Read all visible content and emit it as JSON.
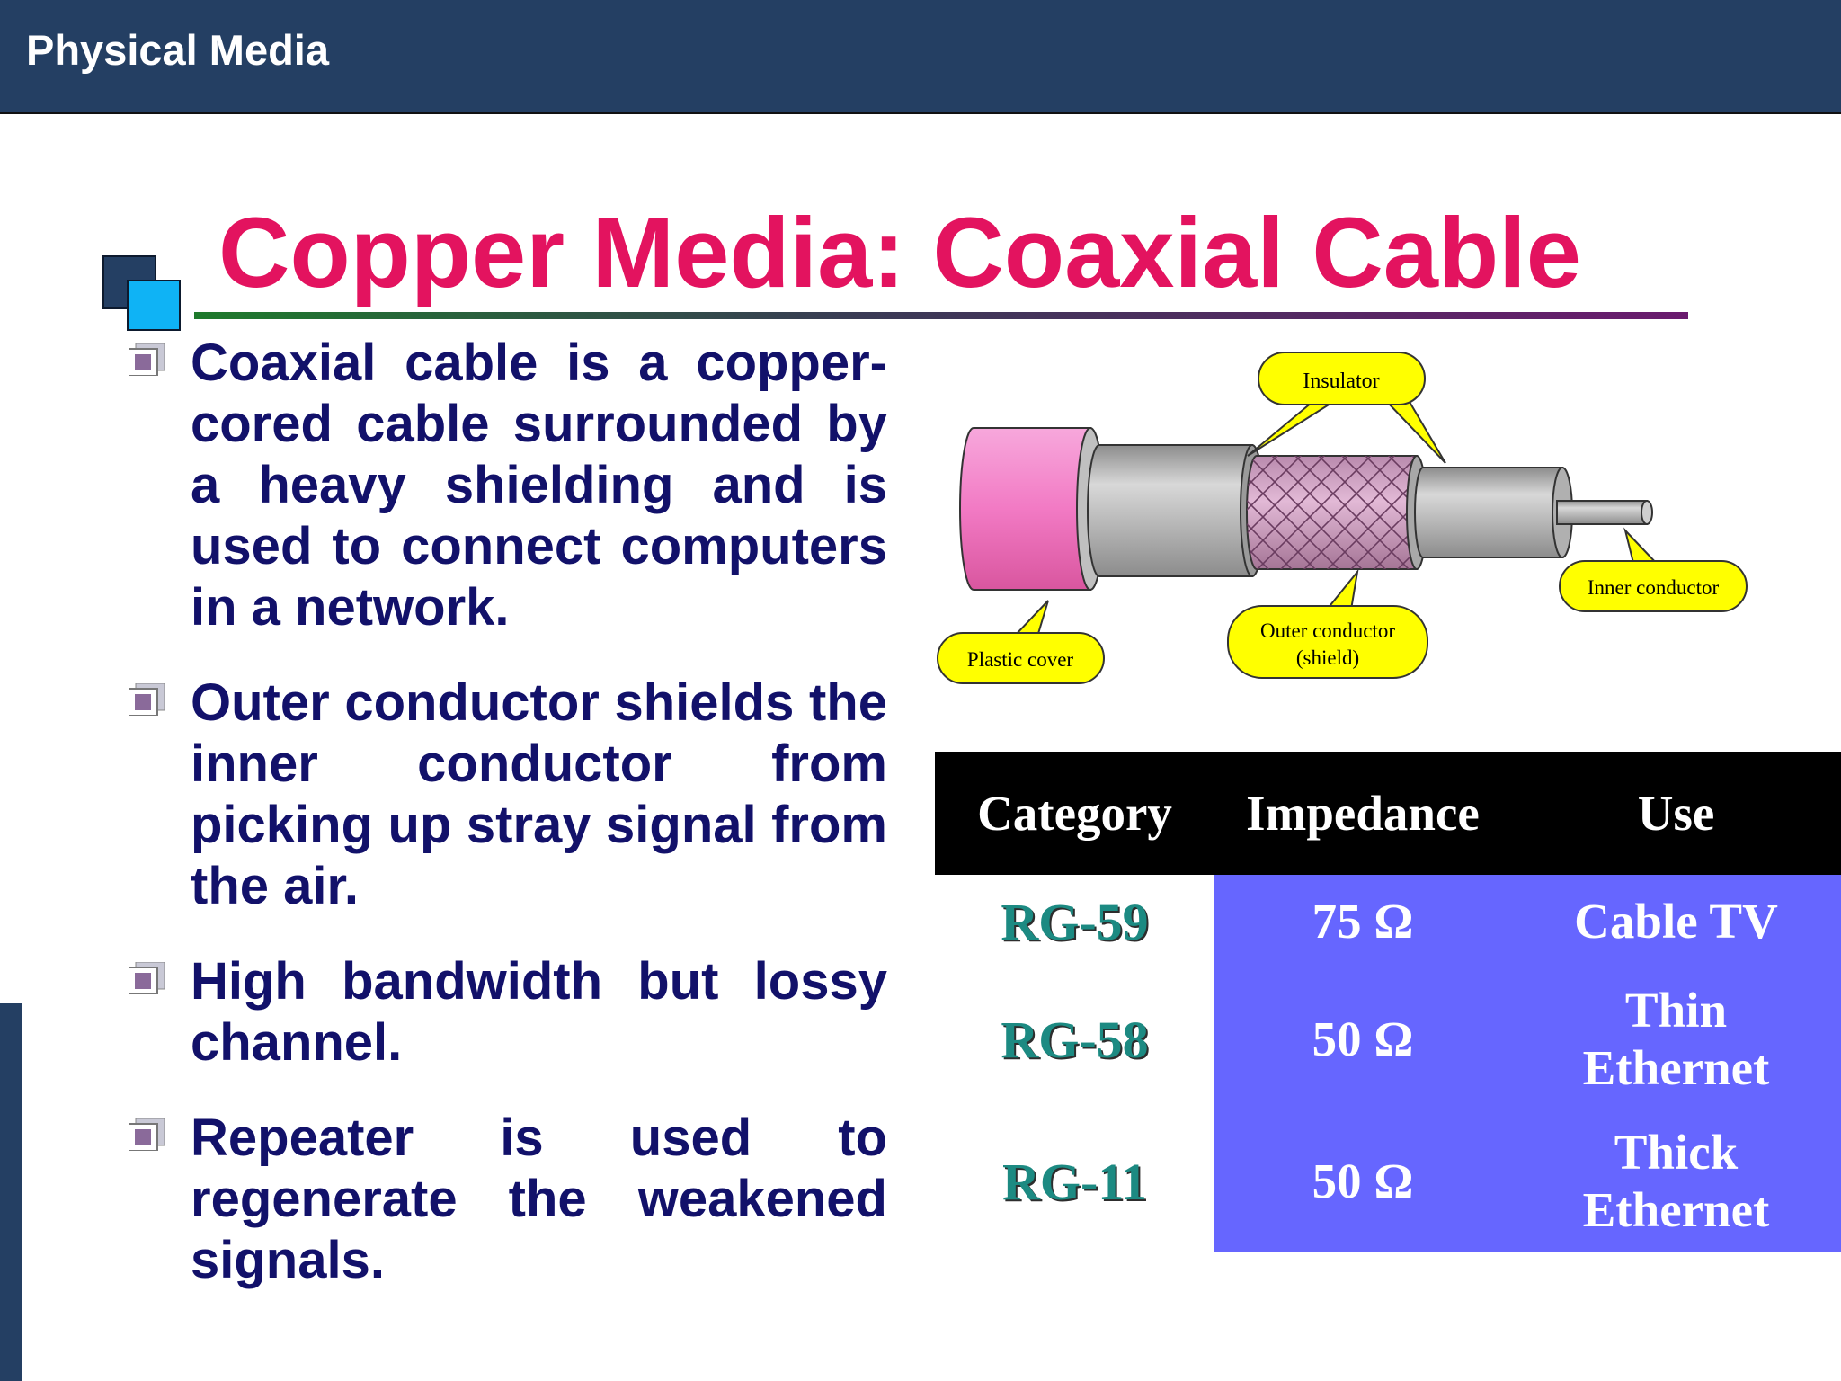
{
  "header": {
    "title": "Physical Media"
  },
  "slide": {
    "title": "Copper Media: Coaxial Cable",
    "bullets": [
      "Coaxial cable is a copper-cored cable surrounded by a heavy shielding and is used to connect computers in a network.",
      "Outer conductor shields the inner conductor from picking up stray signal from the air.",
      "High bandwidth but lossy channel.",
      "Repeater is used to regenerate the weakened signals."
    ]
  },
  "diagram": {
    "labels": {
      "insulator": "Insulator",
      "inner_conductor": "Inner conductor",
      "outer_conductor": "Outer conductor",
      "outer_conductor_note": "(shield)",
      "plastic_cover": "Plastic cover"
    },
    "colors": {
      "cover": "#f27ac4",
      "insulator": "#b5b5b5",
      "shield": "#d3a1c6",
      "callout": "#ffff00"
    }
  },
  "table": {
    "headers": [
      "Category",
      "Impedance",
      "Use"
    ],
    "rows": [
      {
        "category": "RG-59",
        "impedance": "75 Ω",
        "use": "Cable TV"
      },
      {
        "category": "RG-58",
        "impedance": "50 Ω",
        "use": "Thin Ethernet"
      },
      {
        "category": "RG-11",
        "impedance": "50 Ω",
        "use": "Thick Ethernet"
      }
    ],
    "colors": {
      "header_bg": "#000000",
      "body_bg": "#6666ff",
      "category_text": "#1c8a82"
    }
  },
  "theme": {
    "bar": "#243f63",
    "title": "#e3135f",
    "bullet_text": "#12116a",
    "accent": "#0fb3f5"
  }
}
